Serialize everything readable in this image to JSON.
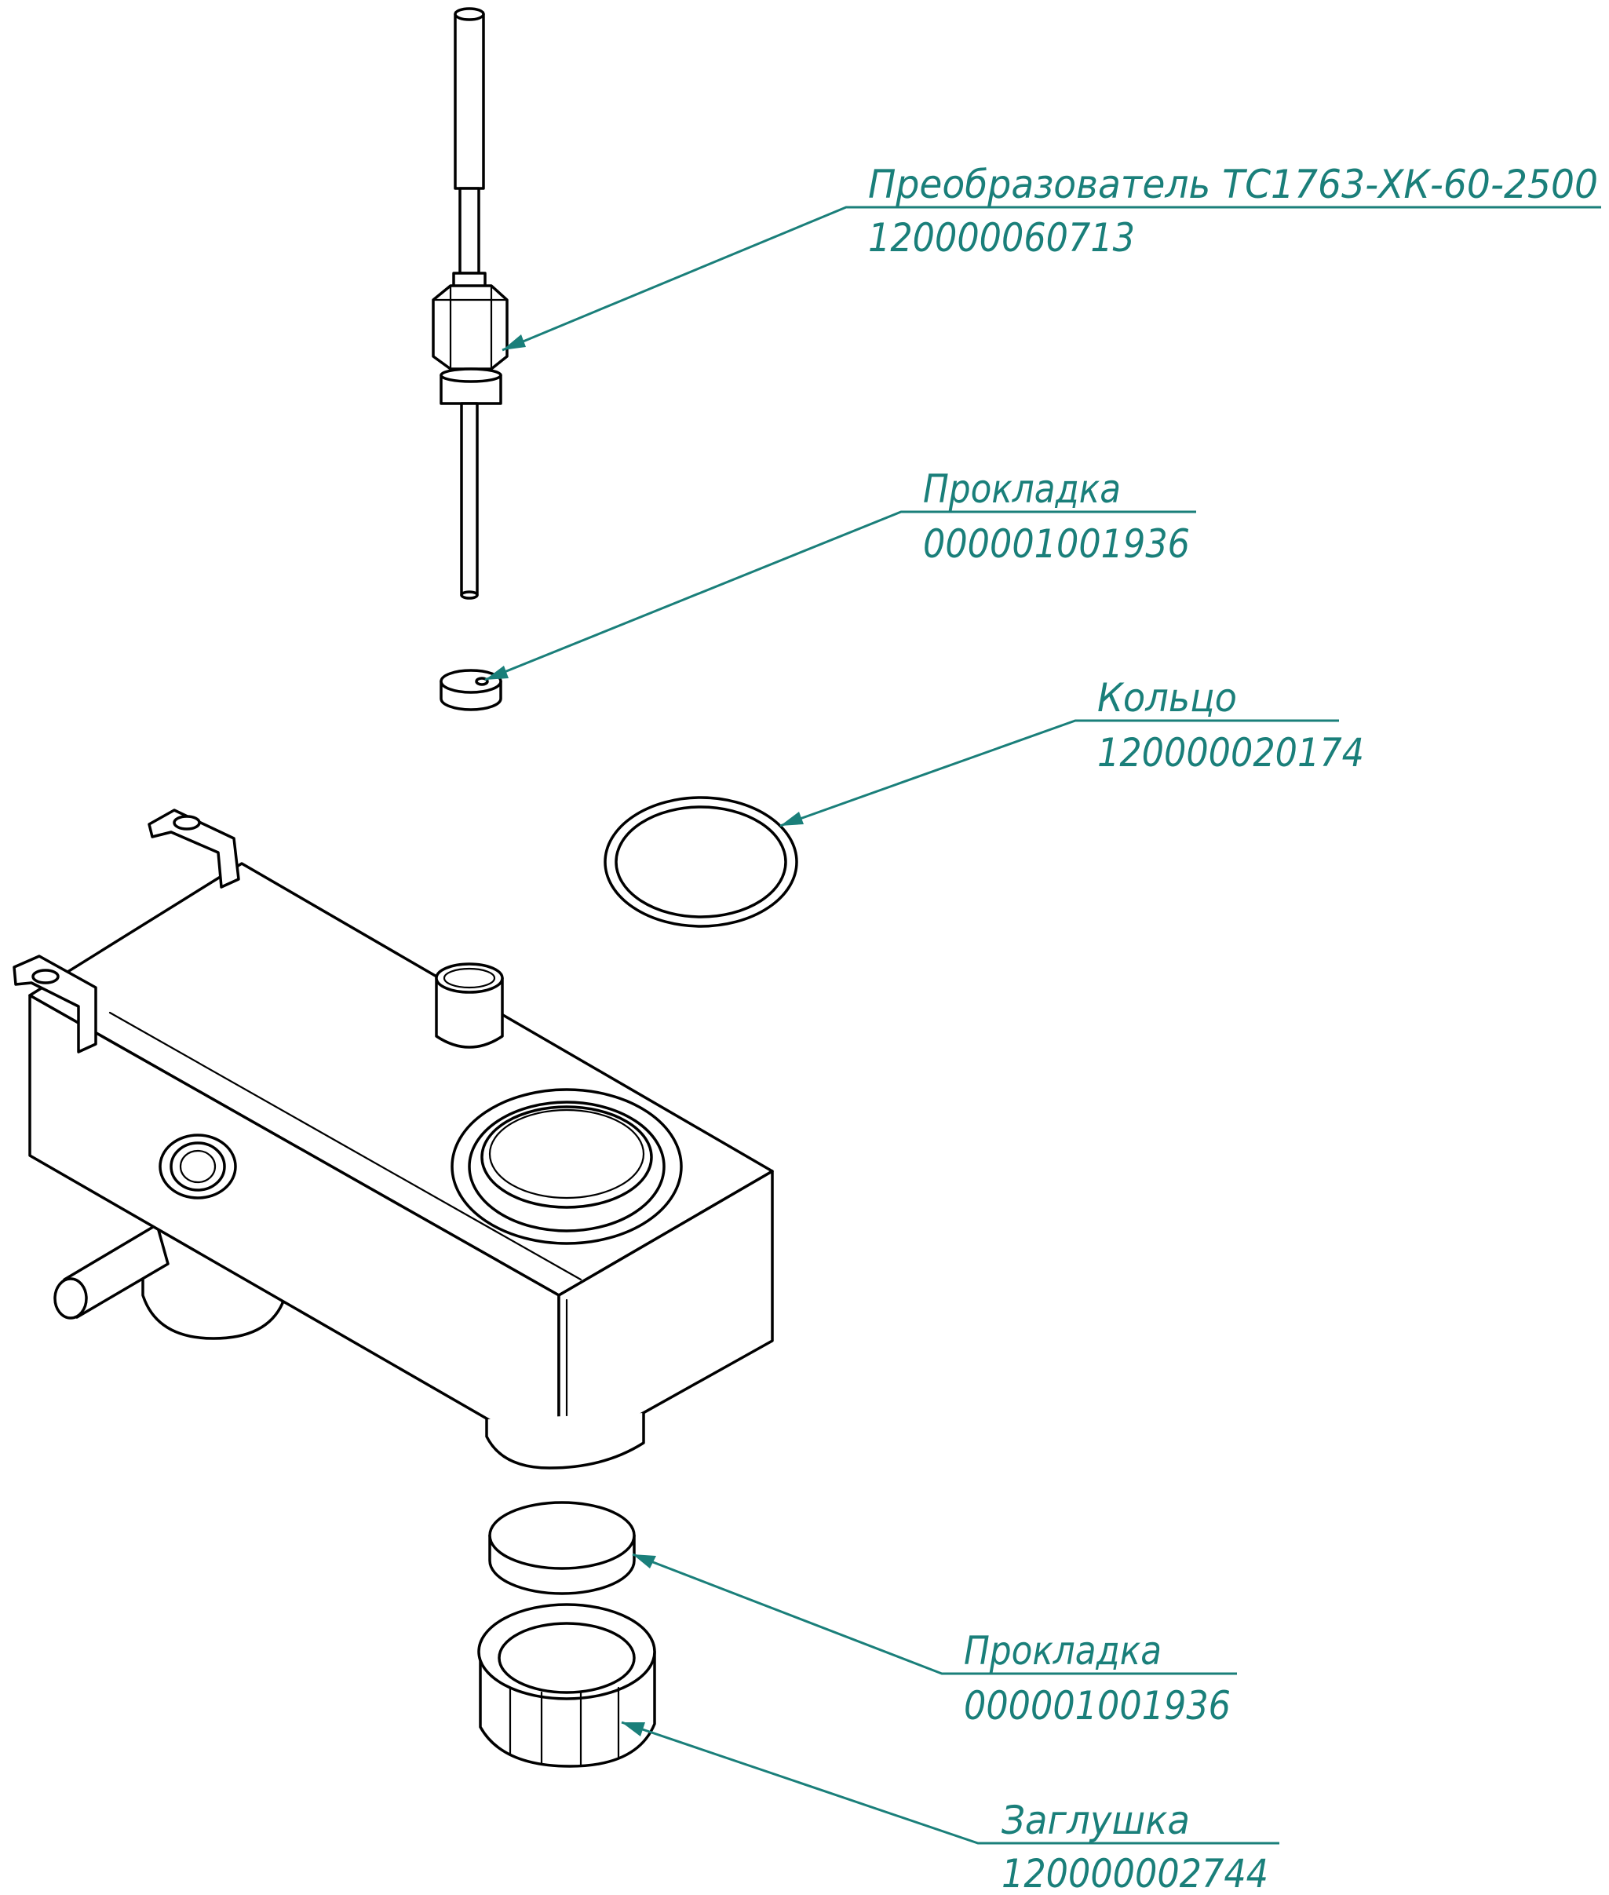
{
  "callouts": [
    {
      "name": "Преобразователь ТС1763-ХК-60-2500",
      "code": "120000060713"
    },
    {
      "name": "Прокладка",
      "code": "000001001936"
    },
    {
      "name": "Кольцо",
      "code": "120000020174"
    },
    {
      "name": "Прокладка",
      "code": "000001001936"
    },
    {
      "name": "Заглушка",
      "code": "120000002744"
    }
  ],
  "colors": {
    "leader": "#1a7f7a",
    "outline": "#000000",
    "background": "#ffffff"
  }
}
